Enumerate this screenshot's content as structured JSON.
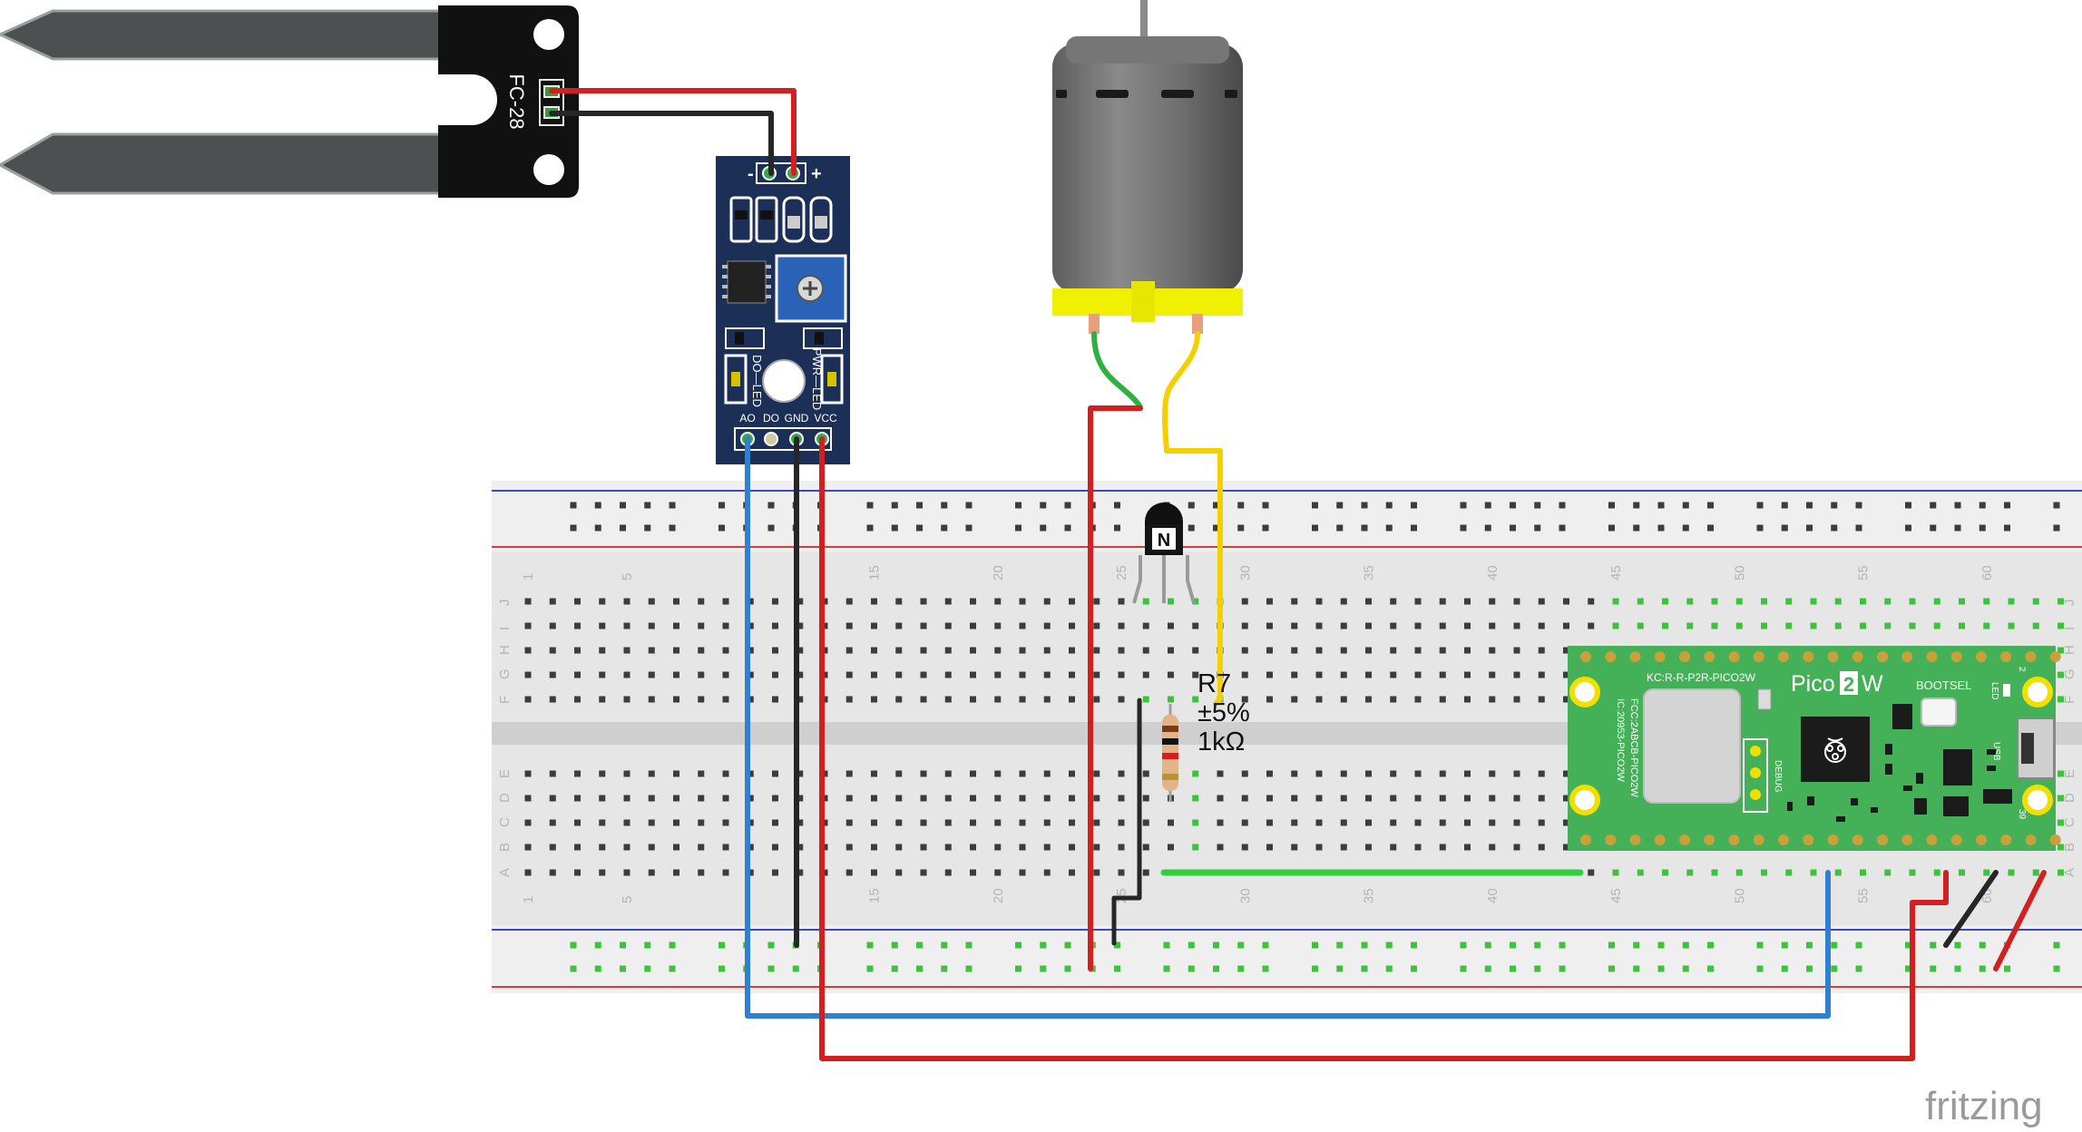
{
  "sensor_probe": {
    "label": "FC-28"
  },
  "sensor_module": {
    "pin_minus": "-",
    "pin_plus": "+",
    "led_do": "DO—LED",
    "led_pwr": "PWR—LED",
    "pin_labels": [
      "AO",
      "DO",
      "GND",
      "VCC"
    ]
  },
  "breadboard": {
    "column_numbers": [
      "1",
      "5",
      "15",
      "20",
      "25",
      "30",
      "35",
      "40",
      "45",
      "50",
      "55",
      "60"
    ],
    "row_letters_top": [
      "J",
      "I",
      "H",
      "G",
      "F"
    ],
    "row_letters_bottom": [
      "E",
      "D",
      "C",
      "B",
      "A"
    ]
  },
  "transistor": {
    "label": "N"
  },
  "resistor": {
    "name": "R7",
    "tolerance": "±5%",
    "value": "1kΩ"
  },
  "pico": {
    "title_prefix": "Pico",
    "title_number": "2",
    "title_suffix": "W",
    "id_line": "KC:R-R-P2R-PICO2W",
    "fcc_line1": "FCC:2ABCB-PICO2W",
    "fcc_line2": "IC:20953-PICO2W",
    "bootsel": "BOOTSEL",
    "debug": "DEBUG",
    "led": "LED",
    "usb": "USB",
    "pin_top_num": "2",
    "pin_bottom_num": "39"
  },
  "watermark": "fritzing",
  "colors": {
    "wire_red": "#d21f1f",
    "wire_black": "#262626",
    "wire_blue": "#2f7fd3",
    "wire_green": "#2fd03c",
    "wire_yellow": "#f5d000",
    "pcb_blue": "#1b2f57",
    "pico_green": "#44b058"
  }
}
